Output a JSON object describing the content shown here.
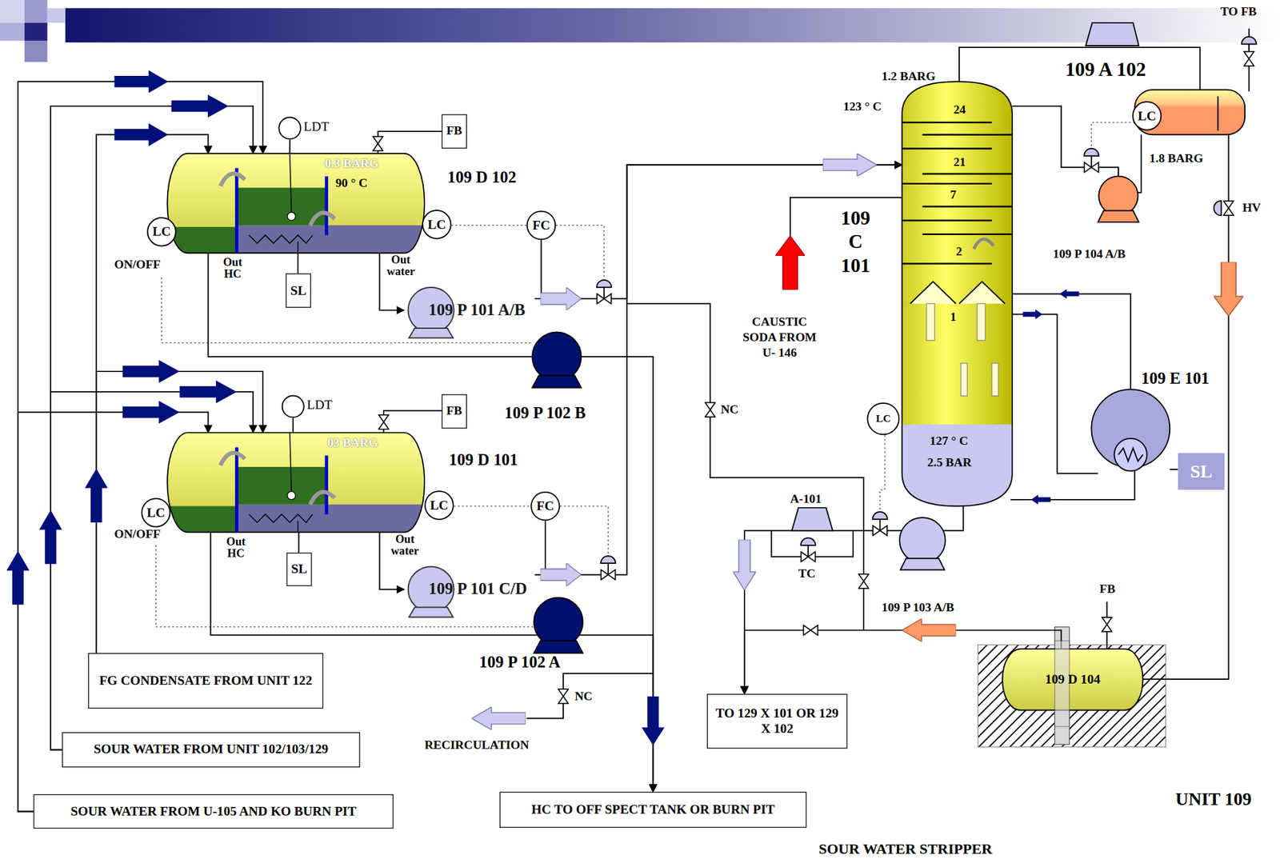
{
  "diagram": {
    "title": "SOUR WATER STRIPPER",
    "nodes": [
      {
        "text": [
          "FB"
        ]
      },
      {
        "text": [
          "LDT"
        ]
      },
      {
        "text": [
          "0.3 BARG",
          "90 ° C"
        ]
      },
      {
        "text": [
          "LC"
        ]
      },
      {
        "text": [
          "LC"
        ]
      },
      {
        "text": [
          "FC"
        ]
      },
      {
        "text": [
          "SL"
        ]
      },
      {
        "text": [
          "109 P 101 A/B"
        ]
      },
      {
        "text": [
          "FB"
        ]
      },
      {
        "text": [
          "LDT"
        ]
      },
      {
        "text": [
          "03 BARG"
        ]
      },
      {
        "text": [
          "LC"
        ]
      },
      {
        "text": [
          "LC"
        ]
      },
      {
        "text": [
          "FC"
        ]
      },
      {
        "text": [
          "SL"
        ]
      },
      {
        "text": [
          "109 P 101 C/D"
        ]
      },
      {
        "text": [
          "FG CONDENSATE FROM UNIT 122"
        ]
      },
      {
        "text": [
          "SOUR WATER FROM UNIT 102/103/129"
        ]
      },
      {
        "text": [
          "SOUR WATER FROM U-105 AND KO BURN PIT"
        ]
      },
      {
        "text": [
          "HC TO OFF SPECT TANK OR BURN PIT"
        ]
      },
      {
        "text": [
          "TO 129 X 101 OR 129 X 102"
        ]
      },
      {
        "text": [
          "127 ° C",
          "2.5 BAR"
        ]
      },
      {
        "text": [
          "LC"
        ]
      },
      {
        "text": [
          "LC"
        ]
      },
      {
        "text": [
          "SL"
        ]
      },
      {
        "text": [
          "109 D 104"
        ]
      }
    ],
    "edges": [
      {
        "from": 18,
        "to": 2,
        "arrow": "to"
      },
      {
        "from": 18,
        "to": 10,
        "arrow": "to"
      },
      {
        "from": 17,
        "to": 2,
        "arrow": "to"
      },
      {
        "from": 17,
        "to": 10,
        "arrow": "to"
      },
      {
        "from": 16,
        "to": 2,
        "arrow": "to"
      },
      {
        "from": 16,
        "to": 10,
        "arrow": "to"
      },
      {
        "from": 2,
        "to": 7,
        "arrow": "to"
      },
      {
        "from": 7,
        "to": 21,
        "arrow": "to"
      },
      {
        "from": 10,
        "to": 15,
        "arrow": "to"
      },
      {
        "from": 15,
        "to": 21,
        "arrow": "to"
      },
      {
        "from": 2,
        "to": 19,
        "arrow": "to"
      },
      {
        "from": 10,
        "to": 19,
        "arrow": "to"
      },
      {
        "from": 2,
        "to": 0,
        "arrow": "none"
      },
      {
        "from": 10,
        "to": 8,
        "arrow": "none"
      },
      {
        "from": 2,
        "to": 6,
        "arrow": "none"
      },
      {
        "from": 10,
        "to": 14,
        "arrow": "none"
      },
      {
        "from": 4,
        "to": 5,
        "arrow": "none"
      },
      {
        "from": 12,
        "to": 13,
        "arrow": "none"
      },
      {
        "from": 21,
        "to": 20,
        "arrow": "to"
      },
      {
        "from": 25,
        "to": 20,
        "arrow": "to"
      }
    ],
    "labels": [
      "TO FB",
      "109 A 102",
      "1.2 BARG",
      "123 ° C",
      "24",
      "21",
      "7",
      "2",
      "1",
      "109 C 101",
      "CAUSTIC SODA FROM U- 146",
      "1.8 BARG",
      "HV",
      "109 P 104 A/B",
      "109 E 101",
      "109 D 102",
      "ON/OFF",
      "Out HC",
      "Out water",
      "109 P 102 B",
      "109 D 101",
      "ON/OFF",
      "Out HC",
      "Out water",
      "109 P 102 A",
      "NC",
      "NC",
      "RECIRCULATION",
      "A-101",
      "TC",
      "109 P 103 A/B",
      "FB",
      "UNIT 109"
    ]
  }
}
